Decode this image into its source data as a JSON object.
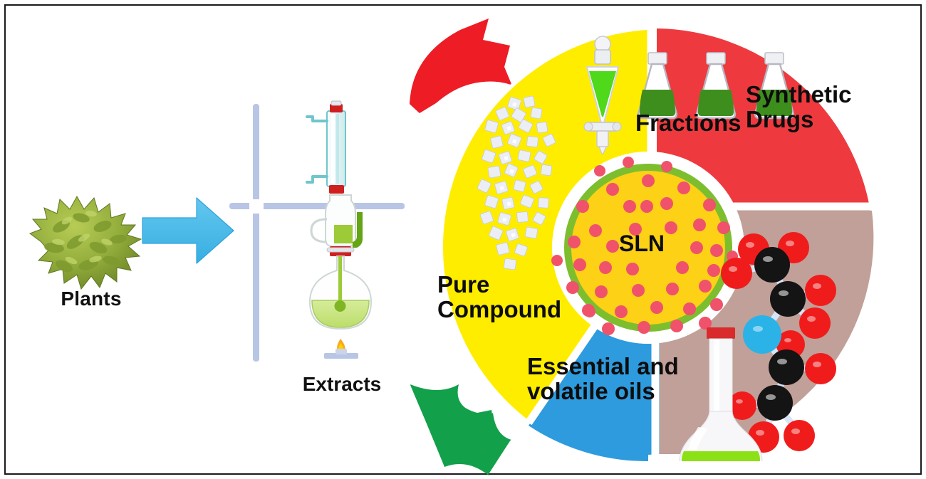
{
  "diagram": {
    "title": "Plant extraction and product workflow",
    "stages": [
      {
        "id": "plants",
        "label": "Plants",
        "icon": "plant-bush-icon"
      },
      {
        "id": "extracts",
        "label": "Extracts",
        "icon": "distillation-apparatus-icon"
      }
    ],
    "connector_arrows": [
      {
        "id": "plants-to-extracts",
        "label": "",
        "color": "#4EB8E8",
        "direction": "right",
        "icon": "right-arrow-icon"
      },
      {
        "id": "extracts-to-wheel-top",
        "label": "",
        "color": "#EE1C25",
        "direction": "curved-up-right",
        "icon": "curved-arrow-icon"
      },
      {
        "id": "extracts-to-wheel-bottom",
        "label": "",
        "color": "#13A04A",
        "direction": "curved-down-right",
        "icon": "curved-arrow-icon"
      }
    ],
    "wheel": {
      "center_node": {
        "id": "sln",
        "label": "SLN",
        "fill": "#FCD116",
        "ring": "#7DBE2E",
        "particle_color": "#F0526B",
        "particle_count": 42,
        "icon": "nanoparticle-circle-icon"
      },
      "segments": [
        {
          "id": "fractions",
          "label": "Fractions",
          "color": "#EE3A3F",
          "position": "top-right",
          "icons": [
            "separatory-funnel-icon",
            "erlenmeyer-flask-icon",
            "erlenmeyer-flask-icon",
            "erlenmeyer-flask-icon"
          ],
          "liquid_color": "#4FA72B"
        },
        {
          "id": "synthetic-drugs",
          "label": "Synthetic\nDrugs",
          "color": "#C0A098",
          "position": "right",
          "icons": [
            "molecule-ball-and-stick-icon"
          ],
          "atom_colors": {
            "carbon": "#111111",
            "oxygen": "#F01C1C",
            "nitrogen": "#2BB3E8"
          }
        },
        {
          "id": "essential-oils",
          "label": "Essential and\nvolatile oils",
          "color": "#2E9BDE",
          "position": "bottom",
          "icons": [
            "volumetric-flask-icon"
          ],
          "liquid_color": "#8CE016"
        },
        {
          "id": "pure-compound",
          "label": "Pure\nCompound",
          "color": "#FFED00",
          "position": "left",
          "icons": [
            "crystal-cluster-icon"
          ],
          "crystal_color": "#E9E9F2"
        }
      ]
    },
    "frame": {
      "border_color": "#1a1a1a",
      "background": "#ffffff"
    }
  }
}
